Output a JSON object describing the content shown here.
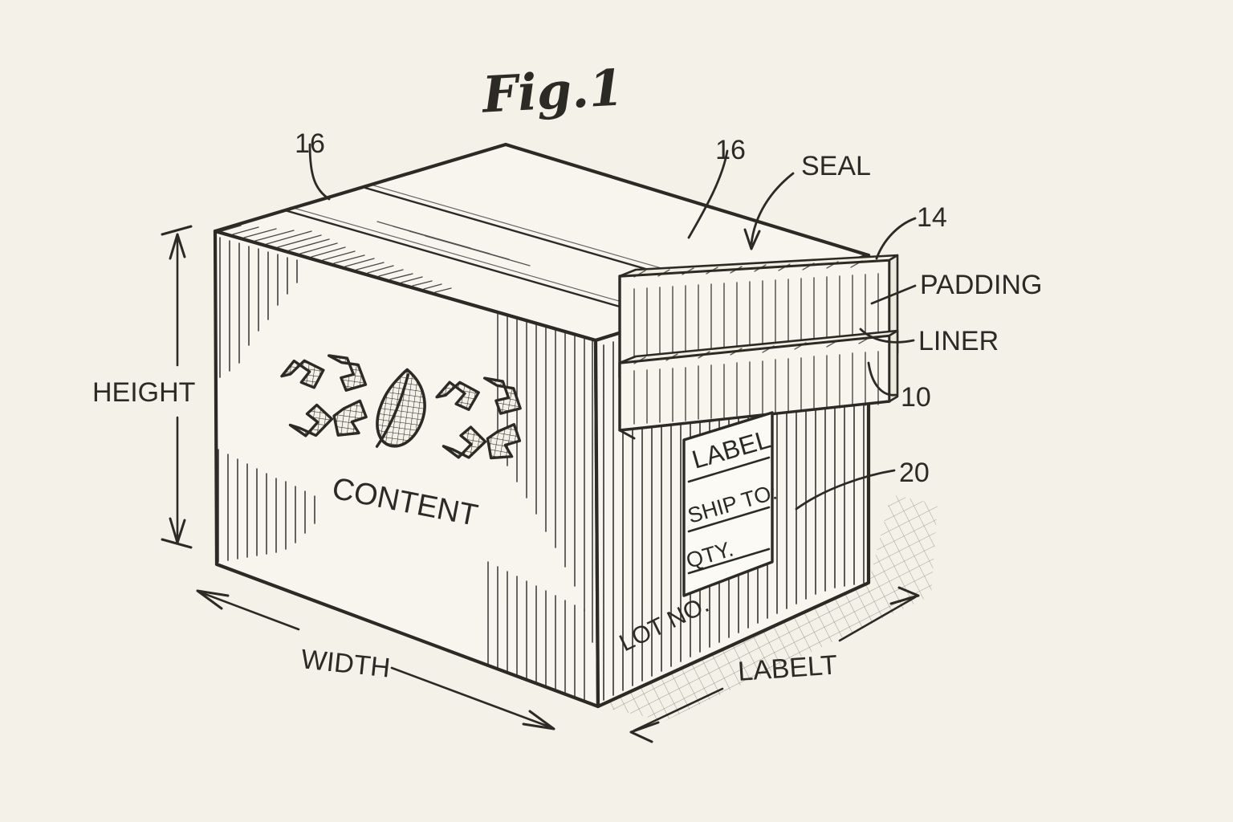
{
  "figure": {
    "title": "Fig.1",
    "background_color": "#f4f1e8",
    "ink_color": "#2b2a24",
    "style": "patent line drawing / vintage engraving of a cardboard shipping box"
  },
  "dimensions": {
    "height_label": "HEIGHT",
    "width_label": "WIDTH",
    "depth_label": "LABELT"
  },
  "reference_numerals": {
    "top_left_flap": "16",
    "top_right_flap": "16",
    "padding_slab": "14",
    "box_body": "10",
    "right_face": "20"
  },
  "callouts": {
    "seal": "SEAL",
    "padding": "PADDING",
    "liner": "LINER"
  },
  "box_face_front": {
    "content_text": "CONTENT",
    "icons": [
      "recycle-icon",
      "leaf-icon",
      "recycle-icon"
    ]
  },
  "box_face_right": {
    "lot_text": "LOT NO.",
    "shipping_label": {
      "title": "LABEL",
      "ship_to": "SHIP TO:",
      "qty": "QTY."
    }
  }
}
